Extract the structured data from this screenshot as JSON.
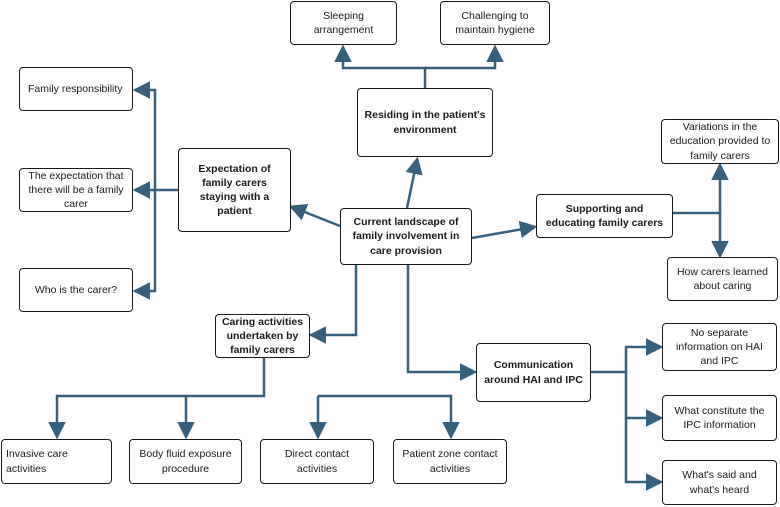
{
  "colors": {
    "connector": "#35607f",
    "border": "#1a1a1a",
    "background": "#ffffff"
  },
  "nodes": {
    "center": "Current landscape of family involvement in care provision",
    "residing": "Residing in the patient's environment",
    "sleeping": "Sleeping arrangement",
    "hygiene": "Challenging to maintain hygiene",
    "expectation": "Expectation of family carers staying with a patient",
    "family_responsibility": "Family responsibility",
    "expectation_family_carer": "The expectation that there will be a family carer",
    "who_is_carer": "Who is the carer?",
    "supporting": "Supporting and educating family carers",
    "variations": "Variations in the education provided to family carers",
    "how_learned": "How carers learned about caring",
    "caring_activities": "Caring activities undertaken by family carers",
    "invasive": "Invasive care activities",
    "body_fluid": "Body fluid exposure procedure",
    "direct_contact": "Direct contact activities",
    "patient_zone": "Patient zone contact activities",
    "communication": "Communication around HAI and IPC",
    "no_separate": "No separate information on HAI and IPC",
    "what_constitute": "What constitute the IPC information",
    "whats_said": "What's said and what's heard"
  }
}
